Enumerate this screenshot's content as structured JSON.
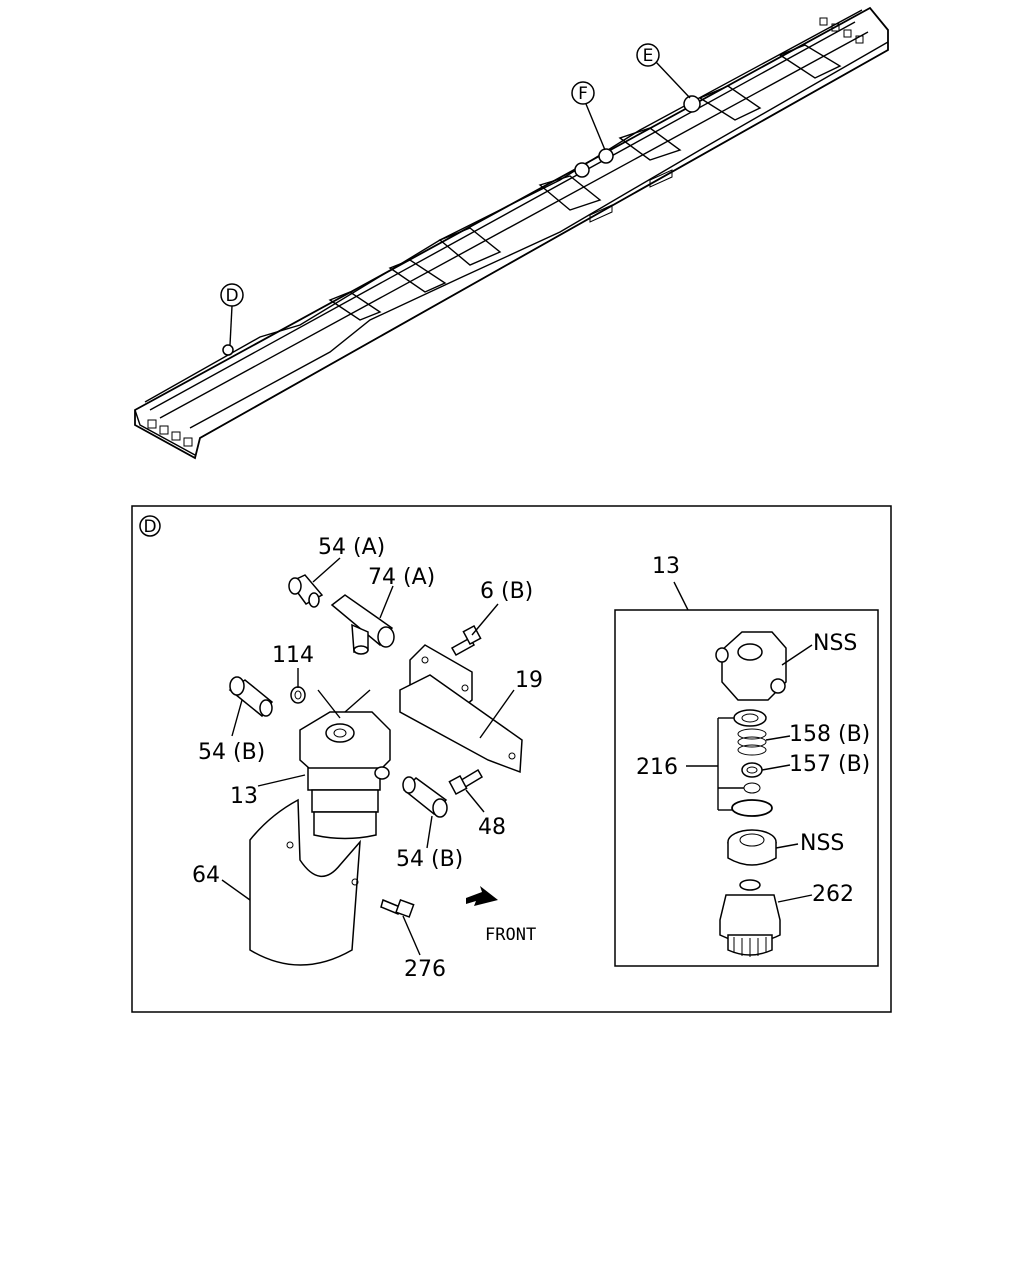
{
  "callouts": {
    "D": "D",
    "E": "E",
    "F": "F"
  },
  "detail_d": {
    "tag": "D",
    "labels": {
      "p54a": "54 (A)",
      "p74a": "74 (A)",
      "p6b": "6 (B)",
      "p114": "114",
      "p19": "19",
      "p54b_left": "54 (B)",
      "p13": "13",
      "p48": "48",
      "p54b_right": "54 (B)",
      "p64": "64",
      "p276": "276",
      "front": "FRONT"
    }
  },
  "detail_13": {
    "title": "13",
    "labels": {
      "nss_top": "NSS",
      "p158b": "158 (B)",
      "p216": "216",
      "p157b": "157 (B)",
      "nss_mid": "NSS",
      "p262": "262"
    }
  }
}
